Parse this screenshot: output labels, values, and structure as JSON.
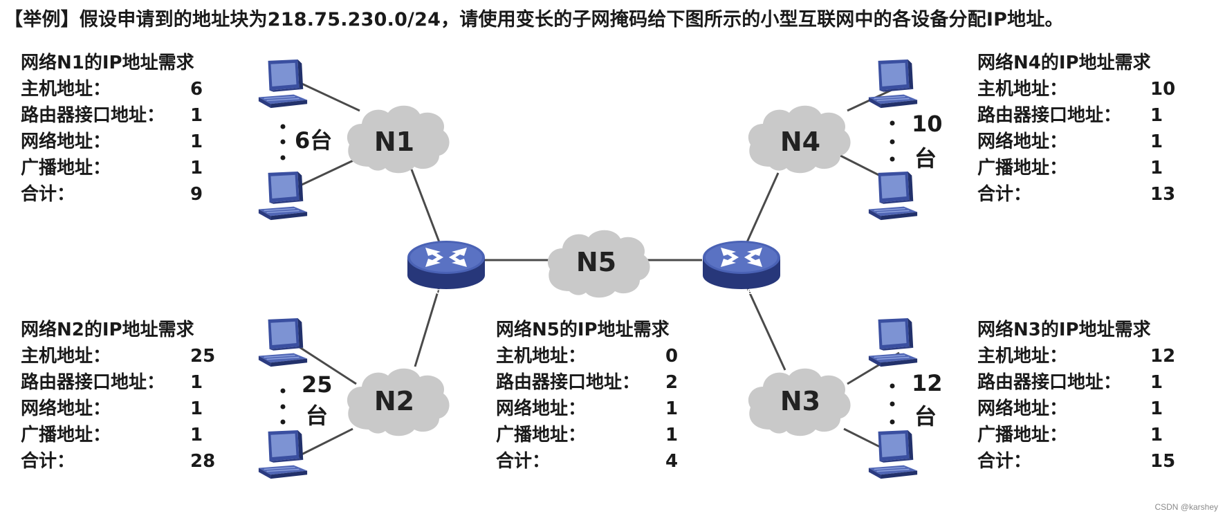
{
  "title": "【举例】假设申请到的地址块为218.75.230.0/24，请使用变长的子网掩码给下图所示的小型互联网中的各设备分配IP地址。",
  "networks": {
    "n1": {
      "cloud": "N1",
      "count_num": "6",
      "count_unit": "台",
      "req": {
        "heading": "网络N1的IP地址需求",
        "rows": [
          {
            "label": "主机地址：",
            "value": "6"
          },
          {
            "label": "路由器接口地址：",
            "value": "1"
          },
          {
            "label": "网络地址：",
            "value": "1"
          },
          {
            "label": "广播地址：",
            "value": "1"
          },
          {
            "label": "合计：",
            "value": "9"
          }
        ]
      }
    },
    "n2": {
      "cloud": "N2",
      "count_num": "25",
      "count_unit": "台",
      "req": {
        "heading": "网络N2的IP地址需求",
        "rows": [
          {
            "label": "主机地址：",
            "value": "25"
          },
          {
            "label": "路由器接口地址：",
            "value": "1"
          },
          {
            "label": "网络地址：",
            "value": "1"
          },
          {
            "label": "广播地址：",
            "value": "1"
          },
          {
            "label": "合计：",
            "value": "28"
          }
        ]
      }
    },
    "n3": {
      "cloud": "N3",
      "count_num": "12",
      "count_unit": "台",
      "req": {
        "heading": "网络N3的IP地址需求",
        "rows": [
          {
            "label": "主机地址：",
            "value": "12"
          },
          {
            "label": "路由器接口地址：",
            "value": "1"
          },
          {
            "label": "网络地址：",
            "value": "1"
          },
          {
            "label": "广播地址：",
            "value": "1"
          },
          {
            "label": "合计：",
            "value": "15"
          }
        ]
      }
    },
    "n4": {
      "cloud": "N4",
      "count_num": "10",
      "count_unit": "台",
      "req": {
        "heading": "网络N4的IP地址需求",
        "rows": [
          {
            "label": "主机地址：",
            "value": "10"
          },
          {
            "label": "路由器接口地址：",
            "value": "1"
          },
          {
            "label": "网络地址：",
            "value": "1"
          },
          {
            "label": "广播地址：",
            "value": "1"
          },
          {
            "label": "合计：",
            "value": "13"
          }
        ]
      }
    },
    "n5": {
      "cloud": "N5",
      "req": {
        "heading": "网络N5的IP地址需求",
        "rows": [
          {
            "label": "主机地址：",
            "value": "0"
          },
          {
            "label": "路由器接口地址：",
            "value": "2"
          },
          {
            "label": "网络地址：",
            "value": "1"
          },
          {
            "label": "广播地址：",
            "value": "1"
          },
          {
            "label": "合计：",
            "value": "4"
          }
        ]
      }
    }
  },
  "router_label": "ROUTER",
  "watermark": "CSDN @karshey",
  "colors": {
    "cloud": "#c9c9c9",
    "router": "#3f57a8",
    "pc": "#3a4fa0",
    "link": "#4a4a4a"
  }
}
